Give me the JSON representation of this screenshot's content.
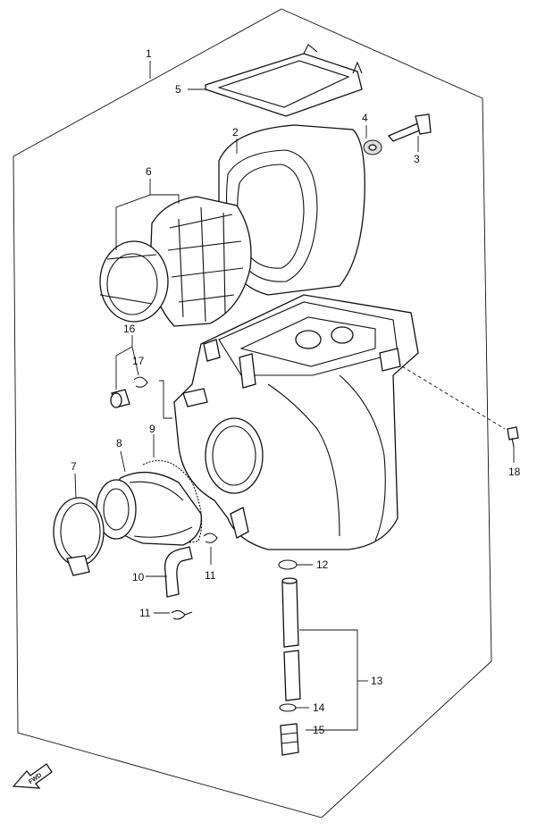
{
  "diagram": {
    "labels": {
      "p1": "1",
      "p2": "2",
      "p3": "3",
      "p4": "4",
      "p5": "5",
      "p6": "6",
      "p7": "7",
      "p8": "8",
      "p9": "9",
      "p10": "10",
      "p11a": "11",
      "p11b": "11",
      "p12": "12",
      "p13": "13",
      "p14": "14",
      "p15": "15",
      "p16": "16",
      "p17": "17",
      "p18": "18"
    },
    "fwd_arrow": "FWD"
  }
}
